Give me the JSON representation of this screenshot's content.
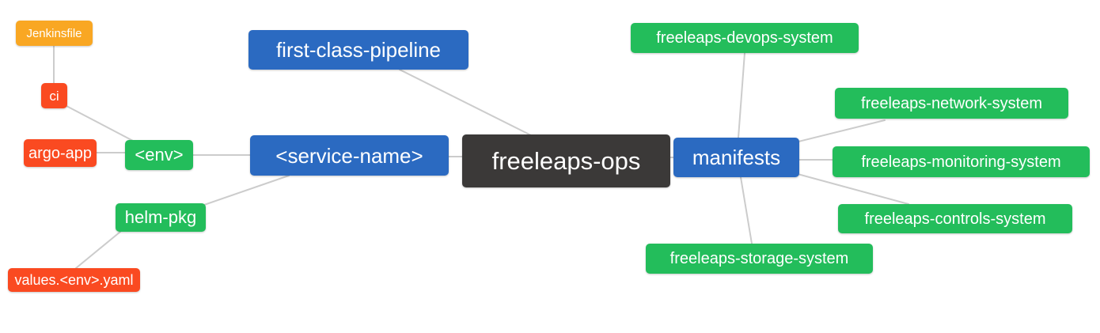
{
  "diagram": {
    "type": "mindmap",
    "palette": {
      "root_bg": "#3b3938",
      "branch_bg": "#2b6ac1",
      "green_bg": "#23bd5b",
      "red_bg": "#fa4a21",
      "orange_bg": "#f9a723",
      "edge_color": "#cccccc",
      "text_color": "#ffffff",
      "background": "#ffffff"
    },
    "nodes": {
      "root": {
        "label": "freeleaps-ops"
      },
      "first_class_pipeline": {
        "label": "first-class-pipeline"
      },
      "service_name": {
        "label": "<service-name>"
      },
      "manifests": {
        "label": "manifests"
      },
      "env": {
        "label": "<env>"
      },
      "helm_pkg": {
        "label": "helm-pkg"
      },
      "ci": {
        "label": "ci"
      },
      "argo_app": {
        "label": "argo-app"
      },
      "jenkinsfile": {
        "label": "Jenkinsfile"
      },
      "values_env_yaml": {
        "label": "values.<env>.yaml"
      },
      "devops_system": {
        "label": "freeleaps-devops-system"
      },
      "network_system": {
        "label": "freeleaps-network-system"
      },
      "monitoring_system": {
        "label": "freeleaps-monitoring-system"
      },
      "controls_system": {
        "label": "freeleaps-controls-system"
      },
      "storage_system": {
        "label": "freeleaps-storage-system"
      }
    },
    "edges": [
      {
        "from": "jenkinsfile",
        "to": "ci"
      },
      {
        "from": "ci",
        "to": "env"
      },
      {
        "from": "argo_app",
        "to": "env"
      },
      {
        "from": "env",
        "to": "service_name"
      },
      {
        "from": "service_name",
        "to": "helm_pkg"
      },
      {
        "from": "helm_pkg",
        "to": "values_env_yaml"
      },
      {
        "from": "first_class_pipeline",
        "to": "root"
      },
      {
        "from": "service_name",
        "to": "root"
      },
      {
        "from": "root",
        "to": "manifests"
      },
      {
        "from": "manifests",
        "to": "devops_system"
      },
      {
        "from": "manifests",
        "to": "network_system"
      },
      {
        "from": "manifests",
        "to": "monitoring_system"
      },
      {
        "from": "manifests",
        "to": "controls_system"
      },
      {
        "from": "manifests",
        "to": "storage_system"
      }
    ]
  }
}
